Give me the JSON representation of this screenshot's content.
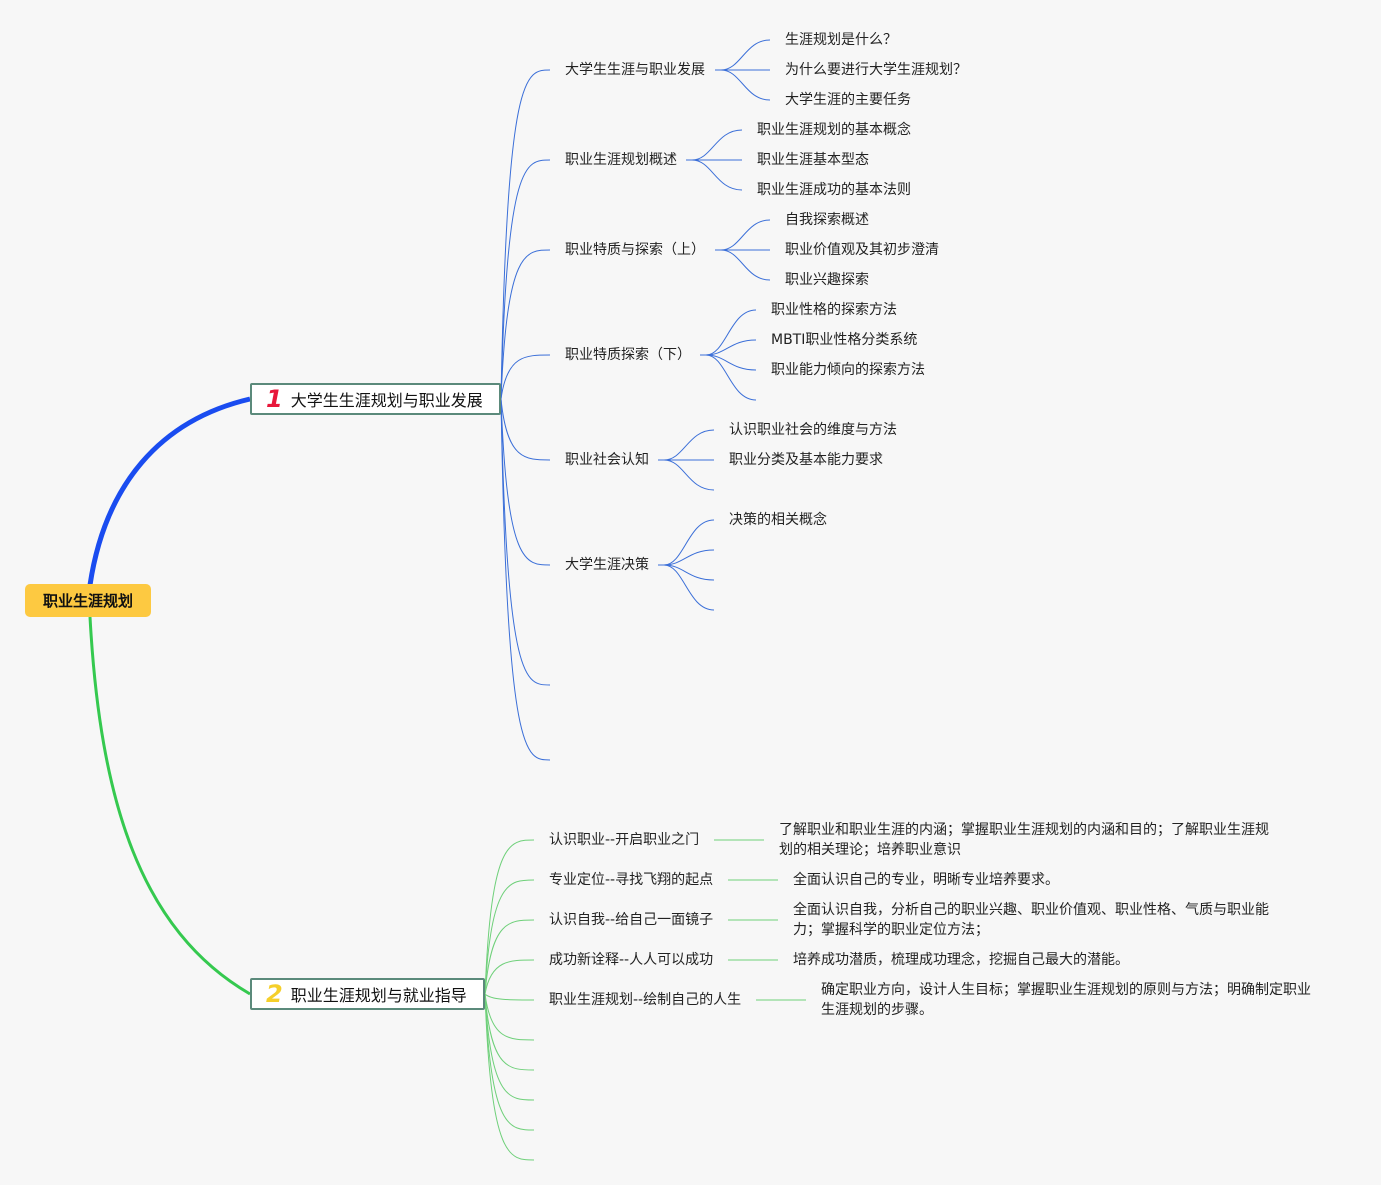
{
  "root": {
    "label": "职业生涯规划"
  },
  "colors": {
    "root_fill": "#fdc941",
    "branch1_line": "#1a4cf0",
    "branch2_line": "#35c94f",
    "sub1_line": "#3b6fd8",
    "sub2_line": "#6fd07a",
    "num1": "#e8173a",
    "num2": "#f5cf2a"
  },
  "branch1": {
    "number": "1",
    "label": "大学生生涯规划与职业发展",
    "topics": [
      {
        "label": "大学生生涯与职业发展",
        "children": [
          "生涯规划是什么？",
          "为什么要进行大学生涯规划？",
          "大学生涯的主要任务"
        ]
      },
      {
        "label": "职业生涯规划概述",
        "children": [
          "职业生涯规划的基本概念",
          "职业生涯基本型态",
          "职业生涯成功的基本法则"
        ]
      },
      {
        "label": "职业特质与探索（上）",
        "children": [
          "自我探索概述",
          "职业价值观及其初步澄清",
          "职业兴趣探索"
        ]
      },
      {
        "label": "职业特质探索（下）",
        "children": [
          "职业性格的探索方法",
          "MBTI职业性格分类系统",
          "职业能力倾向的探索方法"
        ]
      },
      {
        "label": "职业社会认知",
        "children": [
          "认识职业社会的维度与方法",
          "职业分类及基本能力要求",
          ""
        ]
      },
      {
        "label": "大学生涯决策",
        "children": [
          "决策的相关概念",
          "",
          "",
          ""
        ]
      }
    ]
  },
  "branch2": {
    "number": "2",
    "label": "职业生涯规划与就业指导",
    "topics": [
      {
        "label": "认识职业--开启职业之门",
        "detail": "了解职业和职业生涯的内涵；掌握职业生涯规划的内涵和目的；了解职业生涯规划的相关理论；培养职业意识"
      },
      {
        "label": "专业定位--寻找飞翔的起点",
        "detail": "全面认识自己的专业，明晰专业培养要求。"
      },
      {
        "label": "认识自我--给自己一面镜子",
        "detail": "全面认识自我，分析自己的职业兴趣、职业价值观、职业性格、气质与职业能力；掌握科学的职业定位方法；"
      },
      {
        "label": "成功新诠释--人人可以成功",
        "detail": "培养成功潜质，梳理成功理念，挖掘自己最大的潜能。"
      },
      {
        "label": "职业生涯规划--绘制自己的人生",
        "detail": "确定职业方向，设计人生目标；掌握职业生涯规划的原则与方法；明确制定职业生涯规划的步骤。"
      }
    ]
  }
}
